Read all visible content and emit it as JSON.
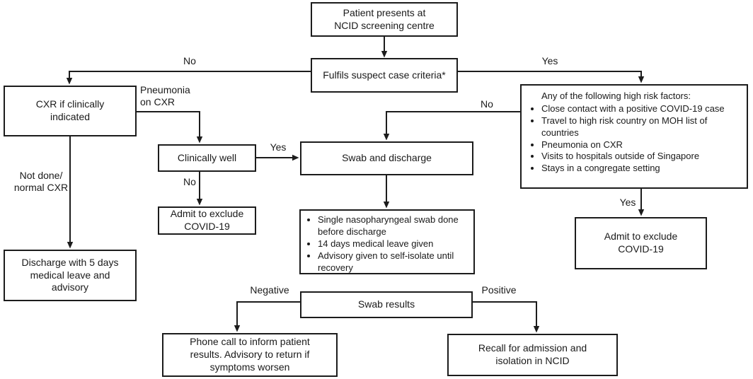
{
  "figure": {
    "background": "#ffffff",
    "line_color": "#1c1c1c"
  },
  "nodes": {
    "patient": {
      "text": "Patient presents at\nNCID screening centre"
    },
    "fulfils": {
      "text": "Fulfils suspect case criteria*"
    },
    "cxr": {
      "text": "CXR if clinically\nindicated"
    },
    "clinically_well": {
      "text": "Clinically well"
    },
    "admit_left": {
      "text": "Admit to exclude\nCOVID-19"
    },
    "swab_discharge": {
      "text": "Swab and discharge"
    },
    "swab_details": {
      "items": [
        "Single nasopharyngeal swab done\nbefore discharge",
        "14 days medical leave given",
        "Advisory given to self-isolate until\nrecovery"
      ]
    },
    "high_risk": {
      "title": "Any of the following high risk factors:",
      "items": [
        "Close contact with a positive COVID-19 case",
        "Travel to high risk country on MOH list of\ncountries",
        "Pneumonia on CXR",
        "Visits to hospitals outside of Singapore",
        "Stays in a congregate setting"
      ]
    },
    "admit_right": {
      "text": "Admit to exclude\nCOVID-19"
    },
    "discharge_5days": {
      "text": "Discharge with 5 days\nmedical leave and\nadvisory"
    },
    "swab_results": {
      "text": "Swab results"
    },
    "phone_call": {
      "text": "Phone call to inform patient\nresults. Advisory to return if\nsymptoms worsen"
    },
    "recall": {
      "text": "Recall for admission and\nisolation in NCID"
    }
  },
  "edge_labels": {
    "no_top": "No",
    "yes_top": "Yes",
    "pneumonia_on_cxr": "Pneumonia\non CXR",
    "not_done_normal_cxr": "Not done/\nnormal CXR",
    "yes_clinically_well": "Yes",
    "no_clinically_well": "No",
    "no_high_risk": "No",
    "yes_high_risk": "Yes",
    "negative": "Negative",
    "positive": "Positive"
  }
}
